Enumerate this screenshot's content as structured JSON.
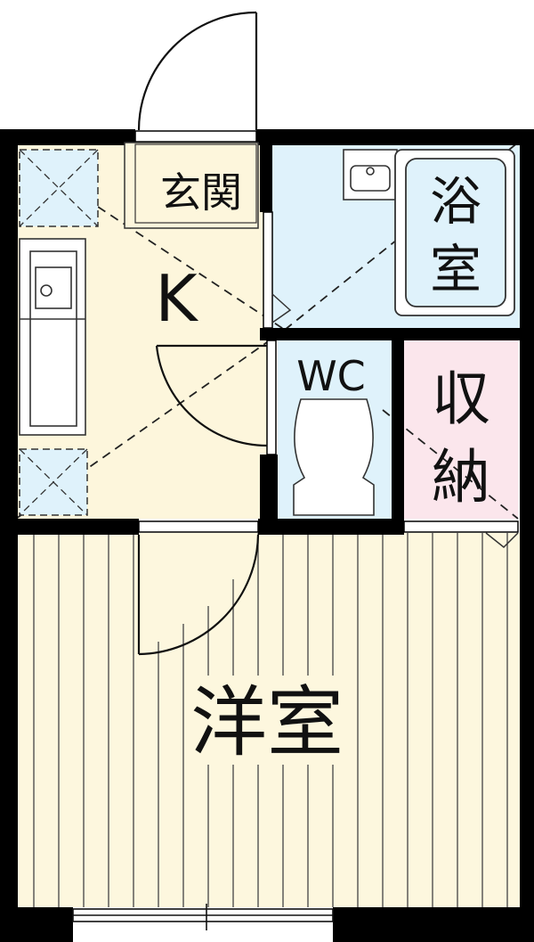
{
  "rooms": {
    "genkan": "玄関",
    "kitchen": "K",
    "bath": "浴室",
    "wc": "WC",
    "storage": "収納",
    "western_room": "洋室"
  },
  "colors": {
    "wall": "#000000",
    "kitchen_floor": "#fdf6dc",
    "bath_floor": "#dff2fb",
    "wc_floor": "#dff2fb",
    "storage_floor": "#fbe6ec",
    "western_floor": "#fdf7de",
    "fixture_stroke": "#333333",
    "wood_line": "#444444"
  }
}
